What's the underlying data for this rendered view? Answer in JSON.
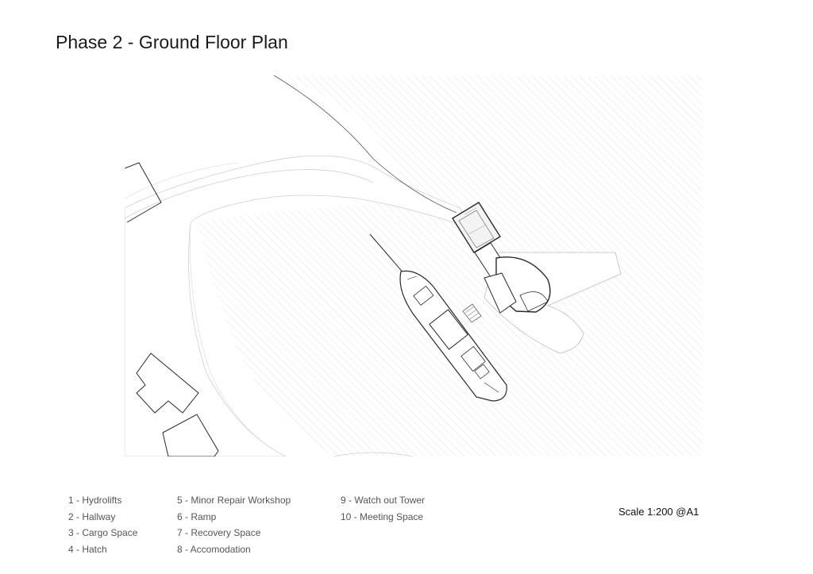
{
  "title": "Phase 2 - Ground Floor Plan",
  "legend": {
    "columns": [
      [
        "1 - Hydrolifts",
        "2 - Hallway",
        "3 - Cargo Space",
        "4 - Hatch"
      ],
      [
        "5 - Minor Repair Workshop",
        "6 - Ramp",
        "7 - Recovery Space",
        "8 - Accomodation"
      ],
      [
        "9  - Watch out Tower",
        "10 - Meeting Space"
      ]
    ]
  },
  "scale_label": "Scale 1:200 @A1",
  "colors": {
    "line": "#2a2a2a",
    "light_line": "#bdbdbd",
    "hatch": "#e6e6e6"
  }
}
